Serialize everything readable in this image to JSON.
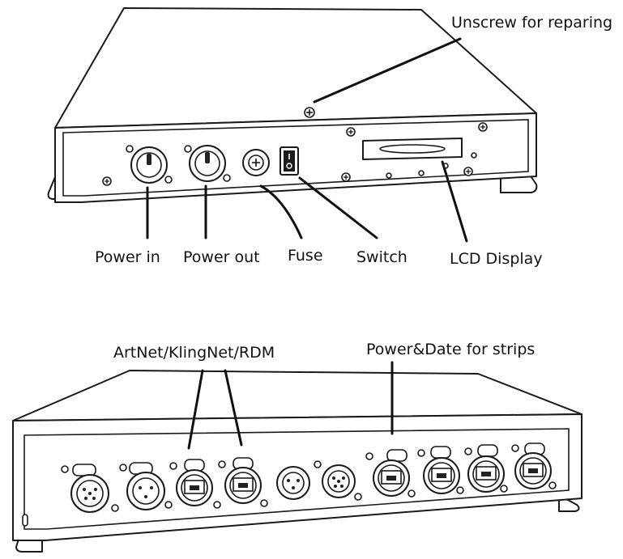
{
  "top_device": {
    "labels": {
      "unscrew": "Unscrew for reparing",
      "power_in": "Power in",
      "power_out": "Power out",
      "fuse": "Fuse",
      "switch": "Switch",
      "lcd": "LCD Display"
    }
  },
  "bottom_device": {
    "labels": {
      "artnet": "ArtNet/KlingNet/RDM",
      "power_data": "Power&Date for strips"
    }
  }
}
